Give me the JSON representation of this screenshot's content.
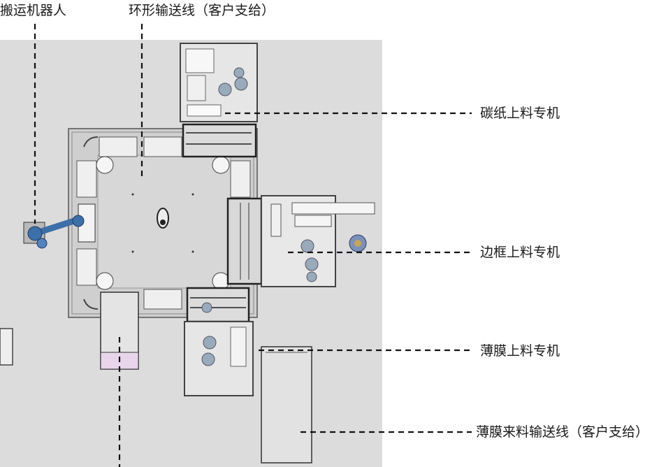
{
  "labels": {
    "robot": "搬运机器人",
    "ring_conveyor": "环形输送线（客户支给）",
    "carbon_station": "碳纸上料专机",
    "frame_station": "边框上料专机",
    "film_station": "薄膜上料专机",
    "film_conveyor": "薄膜来料输送线（客户支给）"
  },
  "colors": {
    "floor": "#dcdcdc",
    "leader": "#111111",
    "robot_blue": "#3d6fa8",
    "highlight": "#e8d5ec"
  }
}
